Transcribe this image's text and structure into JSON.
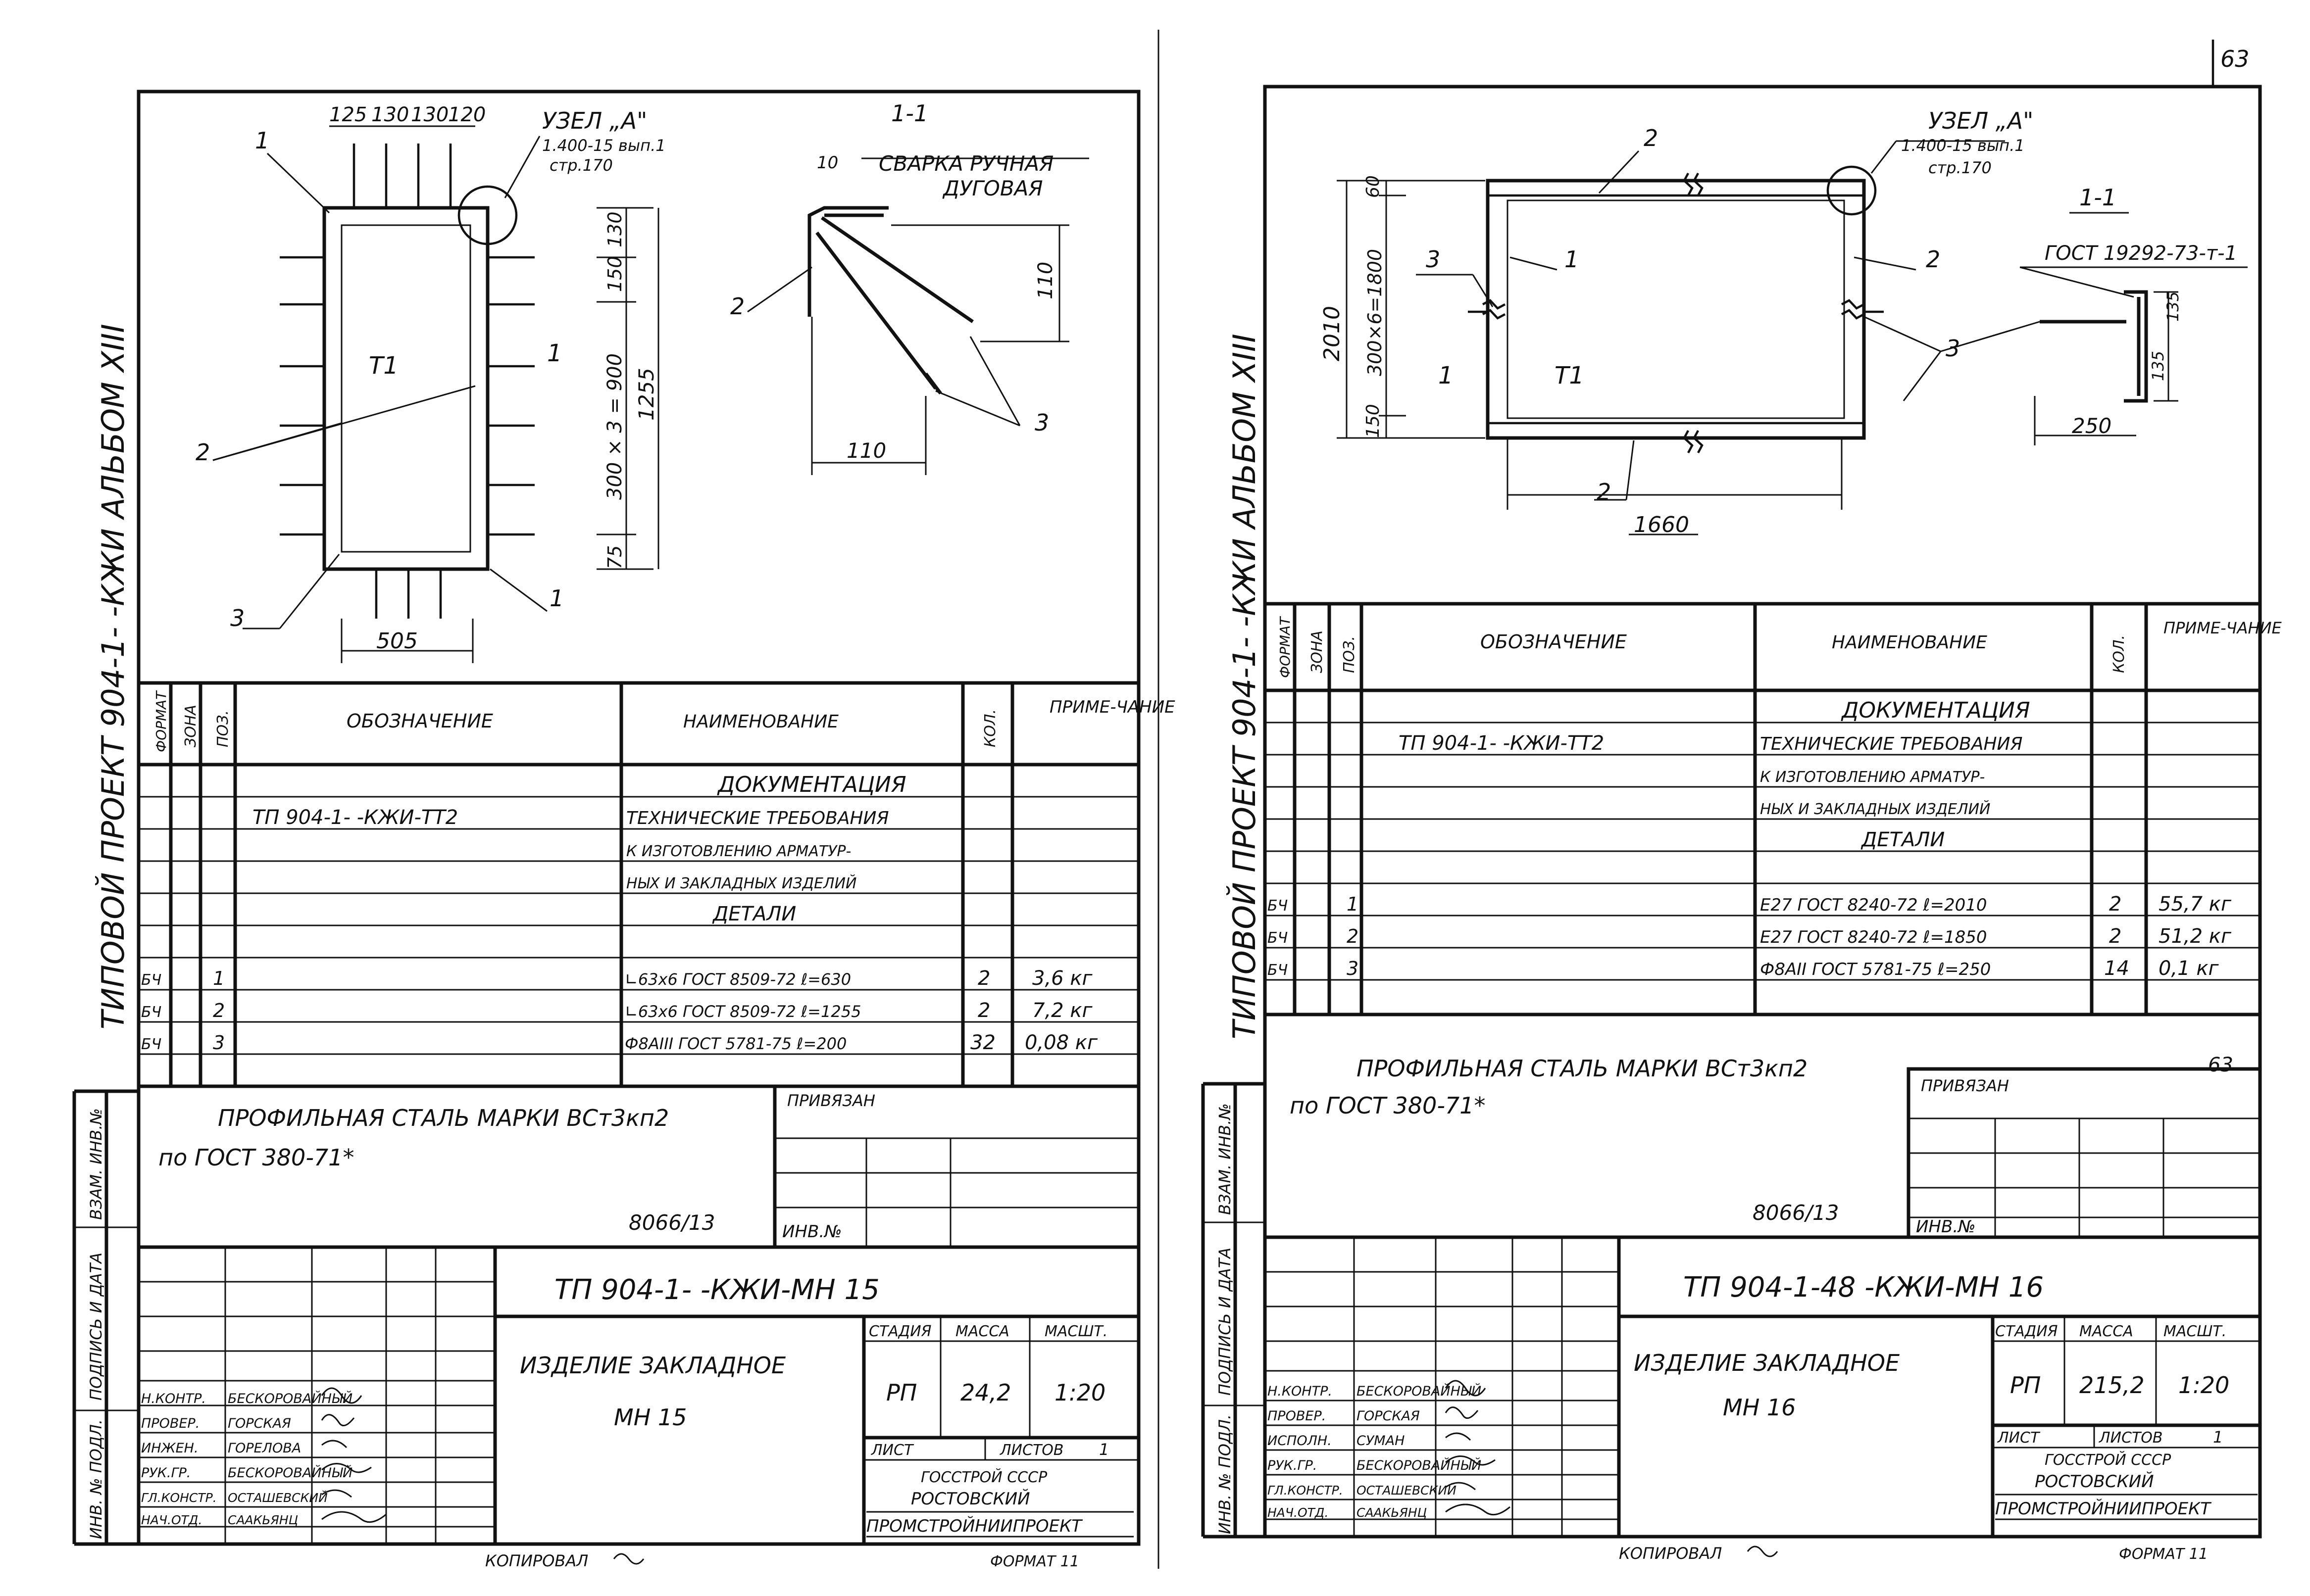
{
  "page_number": "63",
  "left": {
    "side_title": "ТИПОВОЙ ПРОЕКТ 904-1- -КЖИ АЛЬБОМ XIII",
    "drawing": {
      "dims_top": [
        "125",
        "130",
        "130",
        "120"
      ],
      "node_title": "УЗЕЛ „А\"",
      "node_ref1": "1.400-15 вып.1",
      "node_ref2": "стр.170",
      "dims_right": [
        "130",
        "150",
        "300 × 3 = 900",
        "75"
      ],
      "dim_total": "1255",
      "dim_bottom": "505",
      "t1": "Т1",
      "cut_mark": "1",
      "pos": [
        "1",
        "2",
        "3",
        "1"
      ]
    },
    "section": {
      "title": "1-1",
      "weld1": "СВАРКА РУЧНАЯ",
      "weld2": "ДУГОВАЯ",
      "dim10": "10",
      "dim110v": "110",
      "dim110h": "110",
      "pos2": "2",
      "pos3": "3"
    },
    "table": {
      "h_format": "ФОРМАТ",
      "h_zone": "ЗОНА",
      "h_pos": "ПОЗ.",
      "h_desig": "ОБОЗНАЧЕНИЕ",
      "h_name": "НАИМЕНОВАНИЕ",
      "h_qty": "КОЛ.",
      "h_note": "ПРИМЕ-ЧАНИЕ",
      "doc_title": "ДОКУМЕНТАЦИЯ",
      "doc_desig": "ТП 904-1- -КЖИ-ТТ2",
      "doc_lines": [
        "ТЕХНИЧЕСКИЕ ТРЕБОВАНИЯ",
        "К ИЗГОТОВЛЕНИЮ АРМАТУР-",
        "НЫХ И ЗАКЛАДНЫХ ИЗДЕЛИЙ"
      ],
      "details_title": "ДЕТАЛИ",
      "rows": [
        {
          "fmt": "БЧ",
          "pos": "1",
          "name": "∟63x6 ГОСТ 8509-72 ℓ=630",
          "qty": "2",
          "note": "3,6 кг"
        },
        {
          "fmt": "БЧ",
          "pos": "2",
          "name": "∟63x6 ГОСТ 8509-72 ℓ=1255",
          "qty": "2",
          "note": "7,2 кг"
        },
        {
          "fmt": "БЧ",
          "pos": "3",
          "name": "Ф8АIII ГОСТ 5781-75 ℓ=200",
          "qty": "32",
          "note": "0,08 кг"
        }
      ]
    },
    "note1": "ПРОФИЛЬНАЯ СТАЛЬ МАРКИ ВСт3кп2",
    "note2": "по ГОСТ 380-71*",
    "privyazan": "ПРИВЯЗАН",
    "inv_no": "ИНВ.№",
    "sheet_code": "8066/13",
    "side_stamps": [
      "ИНВ. № ПОДЛ.",
      "ПОДПИСЬ И ДАТА",
      "ВЗАМ. ИНВ.№"
    ],
    "stamp": {
      "code": "ТП 904-1- -КЖИ-МН 15",
      "title1": "ИЗДЕЛИЕ ЗАКЛАДНОЕ",
      "title2": "МН 15",
      "stage_h": "СТАДИЯ",
      "mass_h": "МАССА",
      "scale_h": "МАСШТ.",
      "stage": "РП",
      "mass": "24,2",
      "scale": "1:20",
      "sheet_h": "ЛИСТ",
      "sheets_h": "ЛИСТОВ",
      "sheets": "1",
      "org1": "ГОССТРОЙ СССР",
      "org2": "РОСТОВСКИЙ",
      "org3": "ПРОМСТРОЙНИИПРОЕКТ",
      "roles": [
        "Н.КОНТР.",
        "ПРОВЕР.",
        "ИНЖЕН.",
        "РУК.ГР.",
        "ГЛ.КОНСТР.",
        "НАЧ.ОТД."
      ],
      "names": [
        "БЕСКОРОВАЙНЫЙ",
        "ГОРСКАЯ",
        "ГОРЕЛОВА",
        "БЕСКОРОВАЙНЫЙ",
        "ОСТАШЕВСКИЙ",
        "СААКЬЯНЦ"
      ]
    },
    "copied": "КОПИРОВАЛ",
    "format": "ФОРМАТ 11"
  },
  "right": {
    "side_title": "ТИПОВОЙ ПРОЕКТ 904-1- -КЖИ АЛЬБОМ XIII",
    "drawing": {
      "node_title": "УЗЕЛ „А\"",
      "node_ref1": "1.400-15 вып.1",
      "node_ref2": "стр.170",
      "dim60": "60",
      "dim_mid": "300×6=1800",
      "dim150": "150",
      "dim_total": "2010",
      "dim_bottom": "1660",
      "t1": "Т1",
      "cut_mark": "1",
      "pos": [
        "2",
        "3",
        "1",
        "2",
        "2",
        "3"
      ]
    },
    "section": {
      "title": "1-1",
      "gost": "ГОСТ 19292-73-т-1",
      "dim135a": "135",
      "dim135b": "135",
      "dim250": "250"
    },
    "table": {
      "h_format": "ФОРМАТ",
      "h_zone": "ЗОНА",
      "h_pos": "ПОЗ.",
      "h_desig": "ОБОЗНАЧЕНИЕ",
      "h_name": "НАИМЕНОВАНИЕ",
      "h_qty": "КОЛ.",
      "h_note": "ПРИМЕ-ЧАНИЕ",
      "doc_title": "ДОКУМЕНТАЦИЯ",
      "doc_desig": "ТП 904-1- -КЖИ-ТТ2",
      "doc_lines": [
        "ТЕХНИЧЕСКИЕ ТРЕБОВАНИЯ",
        "К ИЗГОТОВЛЕНИЮ АРМАТУР-",
        "НЫХ И ЗАКЛАДНЫХ ИЗДЕЛИЙ"
      ],
      "details_title": "ДЕТАЛИ",
      "rows": [
        {
          "fmt": "БЧ",
          "pos": "1",
          "name": "Е27 ГОСТ 8240-72 ℓ=2010",
          "qty": "2",
          "note": "55,7 кг"
        },
        {
          "fmt": "БЧ",
          "pos": "2",
          "name": "Е27 ГОСТ 8240-72 ℓ=1850",
          "qty": "2",
          "note": "51,2 кг"
        },
        {
          "fmt": "БЧ",
          "pos": "3",
          "name": "Ф8АII ГОСТ 5781-75 ℓ=250",
          "qty": "14",
          "note": "0,1 кг"
        }
      ]
    },
    "note1": "ПРОФИЛЬНАЯ СТАЛЬ МАРКИ ВСт3кп2",
    "note2": "по ГОСТ 380-71*",
    "privyazan": "ПРИВЯЗАН",
    "inv_no": "ИНВ.№",
    "sheet_code": "8066/13",
    "page_small": "63",
    "side_stamps": [
      "ИНВ. № ПОДЛ.",
      "ПОДПИСЬ И ДАТА",
      "ВЗАМ. ИНВ.№"
    ],
    "stamp": {
      "code": "ТП 904-1-48 -КЖИ-МН 16",
      "title1": "ИЗДЕЛИЕ ЗАКЛАДНОЕ",
      "title2": "МН 16",
      "stage_h": "СТАДИЯ",
      "mass_h": "МАССА",
      "scale_h": "МАСШТ.",
      "stage": "РП",
      "mass": "215,2",
      "scale": "1:20",
      "sheet_h": "ЛИСТ",
      "sheets_h": "ЛИСТОВ",
      "sheets": "1",
      "org1": "ГОССТРОЙ СССР",
      "org2": "РОСТОВСКИЙ",
      "org3": "ПРОМСТРОЙНИИПРОЕКТ",
      "roles": [
        "Н.КОНТР.",
        "ПРОВЕР.",
        "ИСПОЛН.",
        "РУК.ГР.",
        "ГЛ.КОНСТР.",
        "НАЧ.ОТД."
      ],
      "names": [
        "БЕСКОРОВАЙНЫЙ",
        "ГОРСКАЯ",
        "СУМАН",
        "БЕСКОРОВАЙНЫЙ",
        "ОСТАШЕВСКИЙ",
        "СААКЬЯНЦ"
      ]
    },
    "copied": "КОПИРОВАЛ",
    "format": "ФОРМАТ 11"
  }
}
